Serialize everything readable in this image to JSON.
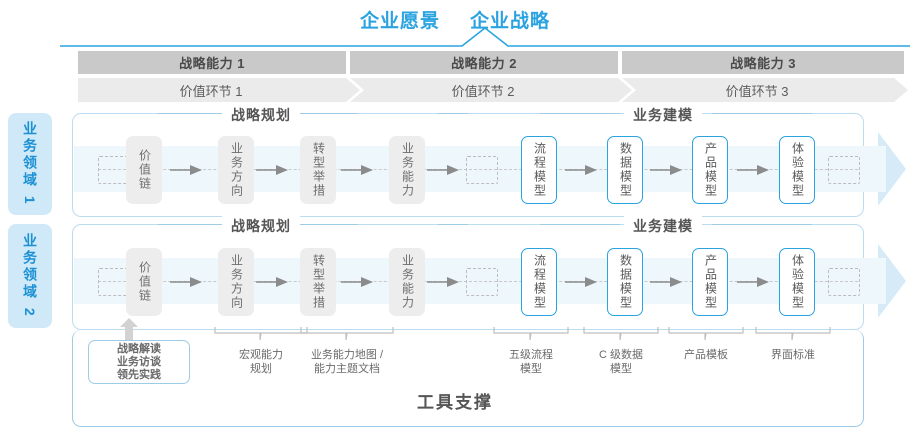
{
  "header": {
    "titles": [
      "企业愿景",
      "企业战略"
    ],
    "accent_color": "#2aa3e0"
  },
  "capability_row": [
    {
      "label": "战略能力 1"
    },
    {
      "label": "战略能力 2"
    },
    {
      "label": "战略能力 3"
    }
  ],
  "value_row": [
    {
      "label": "价值环节 1"
    },
    {
      "label": "价值环节 2"
    },
    {
      "label": "价值环节 3"
    }
  ],
  "domains": [
    {
      "label": "业务领域 1"
    },
    {
      "label": "业务领域 2"
    }
  ],
  "groups": {
    "left_title": "战略规划",
    "right_title": "业务建模"
  },
  "boxes": {
    "left": [
      "价值链",
      "业务方向",
      "转型举措",
      "业务能力"
    ],
    "right": [
      "流程模型",
      "数据模型",
      "产品模型",
      "体验模型"
    ]
  },
  "tool_box": {
    "lines": [
      "战略解读",
      "业务访谈",
      "领先实践"
    ]
  },
  "bottom_labels": [
    {
      "line1": "宏观能力",
      "line2": "规划"
    },
    {
      "line1": "业务能力地图 /",
      "line2": "能力主题文档"
    },
    {
      "line1": "五级流程",
      "line2": "模型"
    },
    {
      "line1": "C 级数据",
      "line2": "模型"
    },
    {
      "line1": "产品模板",
      "line2": ""
    },
    {
      "line1": "界面标准",
      "line2": ""
    }
  ],
  "footer": {
    "title": "工具支撑"
  },
  "colors": {
    "accent": "#2aa3e0",
    "band_border": "#bcdcf0",
    "strip": "#eef7fc",
    "gray_box": "#ededed",
    "cap_bar": "#c9c9c9",
    "val_bar": "#ebebeb",
    "tab_bg": "#cfe9f8"
  }
}
